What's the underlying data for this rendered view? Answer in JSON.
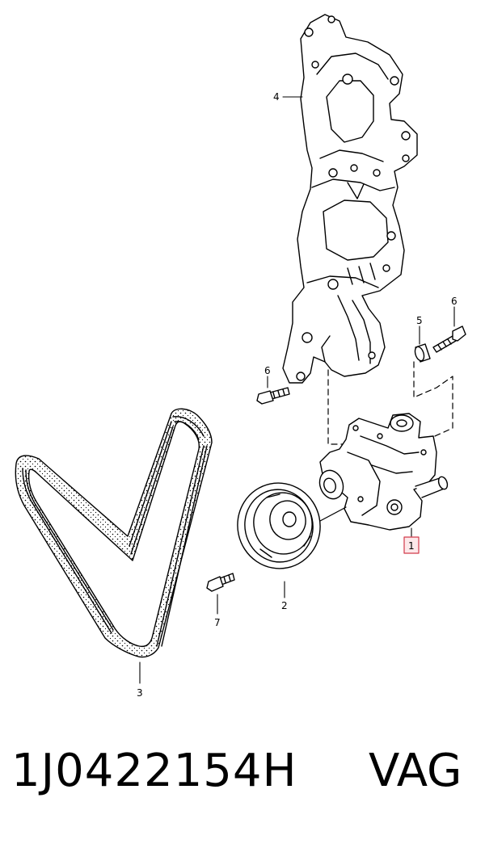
{
  "diagram": {
    "callouts": [
      {
        "id": "1",
        "label": "1",
        "highlighted": true
      },
      {
        "id": "2",
        "label": "2"
      },
      {
        "id": "3",
        "label": "3"
      },
      {
        "id": "4",
        "label": "4"
      },
      {
        "id": "5",
        "label": "5"
      },
      {
        "id": "6a",
        "label": "6"
      },
      {
        "id": "6b",
        "label": "6"
      },
      {
        "id": "7",
        "label": "7"
      }
    ],
    "parts": [
      {
        "id": "1",
        "name": "power-steering-pump"
      },
      {
        "id": "2",
        "name": "pulley"
      },
      {
        "id": "3",
        "name": "ribbed-v-belt"
      },
      {
        "id": "4",
        "name": "mounting-bracket"
      },
      {
        "id": "5",
        "name": "bushing"
      },
      {
        "id": "6",
        "name": "bolt"
      },
      {
        "id": "7",
        "name": "bolt"
      }
    ],
    "highlight_color": "#d23a4a"
  },
  "footer": {
    "part_number": "1J0422154H",
    "brand": "VAG"
  }
}
